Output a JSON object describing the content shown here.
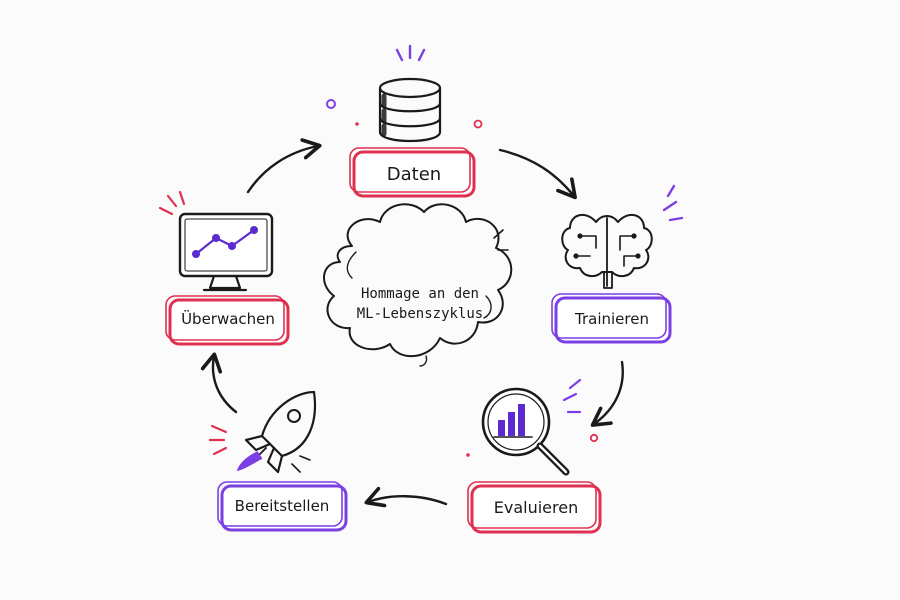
{
  "center": {
    "line1": "Hommage an den",
    "line2": "ML-Lebenszyklus"
  },
  "stages": {
    "daten": {
      "label": "Daten",
      "icon": "database-icon",
      "color": "#e0304f"
    },
    "trainieren": {
      "label": "Trainieren",
      "icon": "brain-icon",
      "color": "#7b3fe4"
    },
    "evaluieren": {
      "label": "Evaluieren",
      "icon": "magnifier-chart-icon",
      "color": "#e0304f"
    },
    "bereitstellen": {
      "label": "Bereitstellen",
      "icon": "rocket-icon",
      "color": "#7b3fe4"
    },
    "ueberwachen": {
      "label": "Überwachen",
      "icon": "monitor-chart-icon",
      "color": "#e0304f"
    }
  },
  "colors": {
    "ink": "#1a1a1a",
    "accent_red": "#e0304f",
    "accent_purple": "#7b3fe4",
    "background": "#fbfbfb"
  }
}
